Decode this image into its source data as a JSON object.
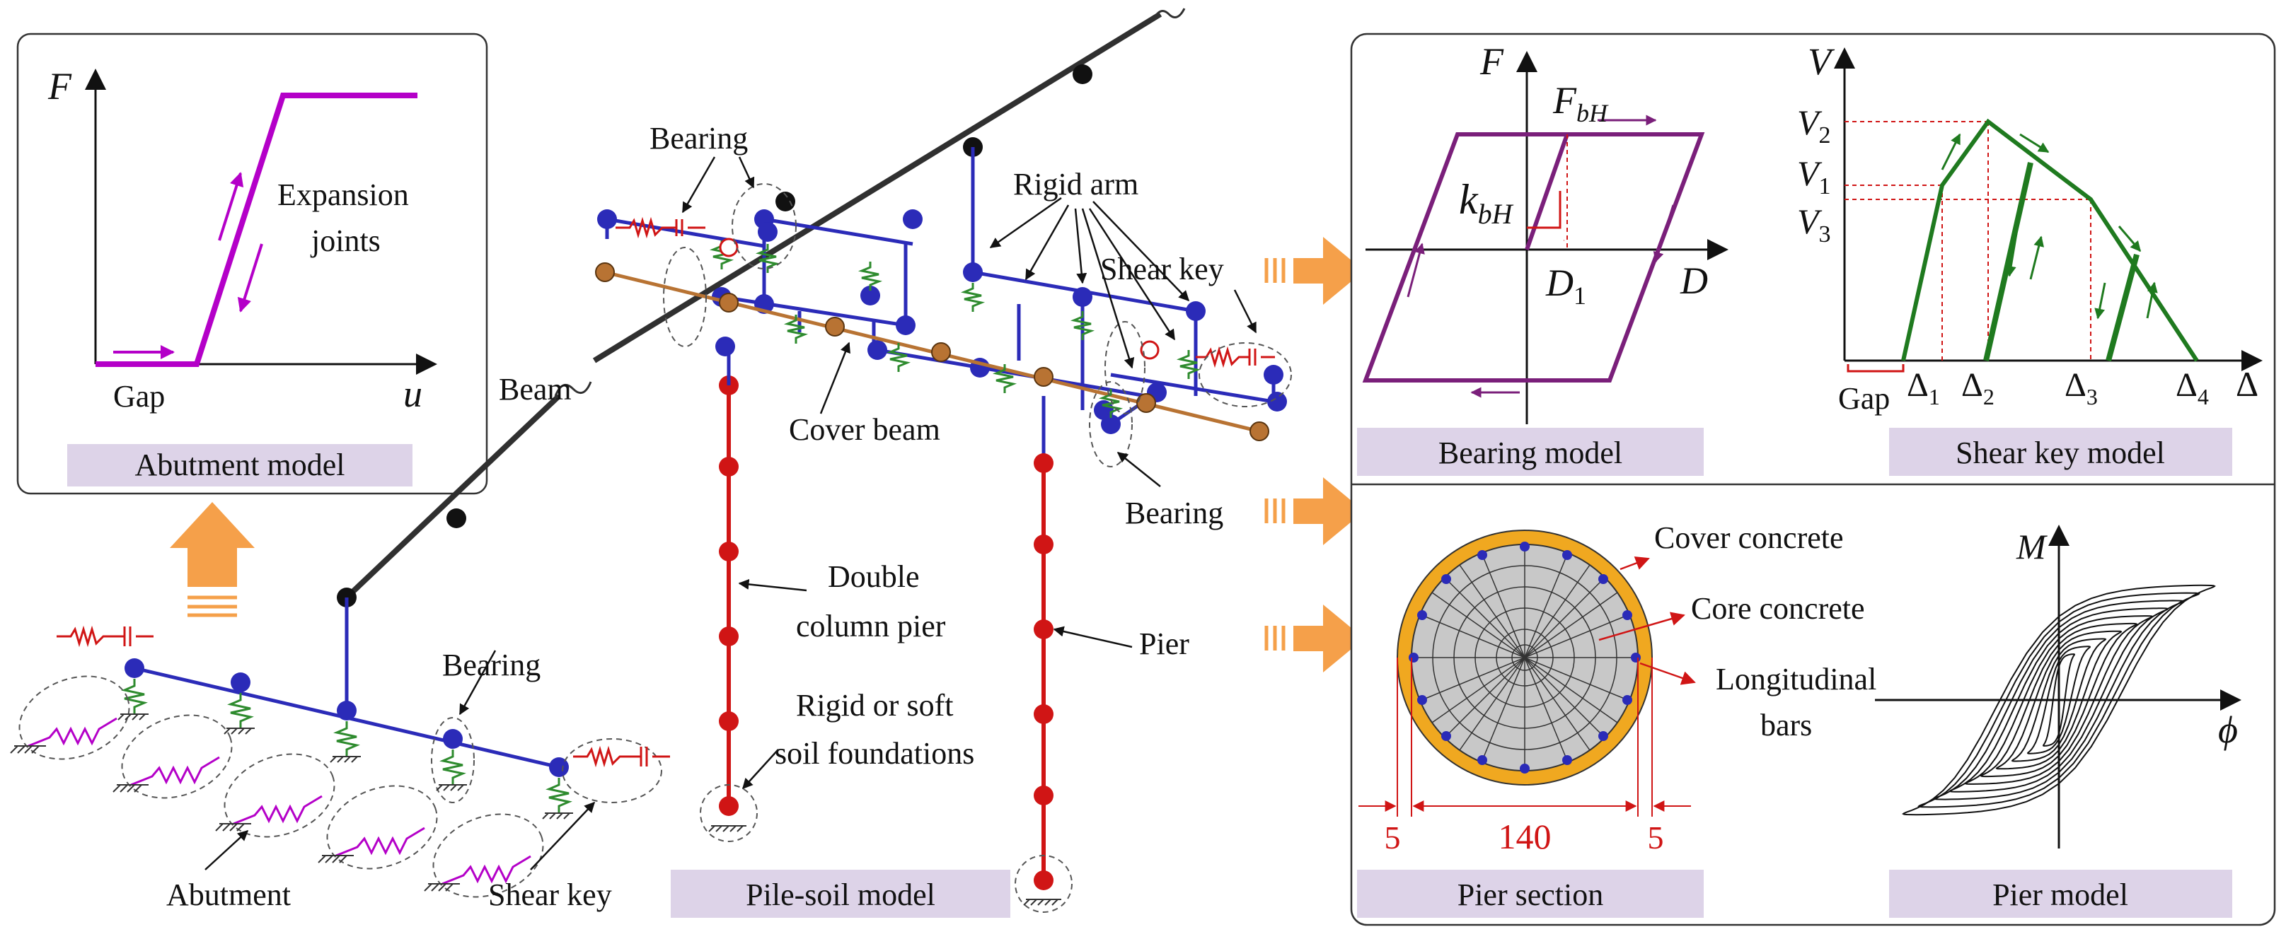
{
  "colors": {
    "beam_black": "#303030",
    "blue": "#2b2bb8",
    "red": "#d01515",
    "brown": "#b87333",
    "green": "#2e8b2e",
    "magenta": "#b400c8",
    "purple": "#7a1f7a",
    "dark_green": "#1f7a1f",
    "orange_arrow": "#f5a04a",
    "caption_fill": "#ddd3e8",
    "section_ring": "#f0a820",
    "section_core": "#c8c8c8"
  },
  "abutment_model": {
    "caption": "Abutment model",
    "axis_y": "F",
    "axis_x": "u",
    "gap_label": "Gap",
    "joint_label_1": "Expansion",
    "joint_label_2": "joints"
  },
  "global_model": {
    "beam_label": "Beam",
    "bearing_label_top": "Bearing",
    "rigid_arm_label": "Rigid arm",
    "shear_key_label_top": "Shear key",
    "cover_beam_label": "Cover beam",
    "bearing_label_right": "Bearing",
    "double_pier_label_1": "Double",
    "double_pier_label_2": "column pier",
    "pier_label": "Pier",
    "foundation_label_1": "Rigid or soft",
    "foundation_label_2": "soil foundations",
    "bearing_label_bottom": "Bearing",
    "abutment_label": "Abutment",
    "shear_key_label_bottom": "Shear key",
    "pile_soil_caption": "Pile-soil model"
  },
  "bearing_model": {
    "caption": "Bearing model",
    "axis_y": "F",
    "axis_x": "D",
    "force_label": "F",
    "force_sub": "bH",
    "stiffness_label": "k",
    "stiffness_sub": "bH",
    "disp_label": "D",
    "disp_sub": "1"
  },
  "shear_key_model": {
    "caption": "Shear key model",
    "axis_y": "V",
    "axis_x": "Δ",
    "y_ticks": [
      {
        "main": "V",
        "sub": "2"
      },
      {
        "main": "V",
        "sub": "1"
      },
      {
        "main": "V",
        "sub": "3"
      }
    ],
    "x_ticks": [
      {
        "main": "Δ",
        "sub": "1"
      },
      {
        "main": "Δ",
        "sub": "2"
      },
      {
        "main": "Δ",
        "sub": "3"
      },
      {
        "main": "Δ",
        "sub": "4"
      }
    ],
    "gap_label": "Gap"
  },
  "pier_section": {
    "caption": "Pier section",
    "cover_label": "Cover concrete",
    "core_label": "Core concrete",
    "bars_label_1": "Longitudinal",
    "bars_label_2": "bars",
    "dim_left": "5",
    "dim_mid": "140",
    "dim_right": "5"
  },
  "pier_model": {
    "caption": "Pier  model",
    "axis_y": "M",
    "axis_x": "ϕ"
  }
}
